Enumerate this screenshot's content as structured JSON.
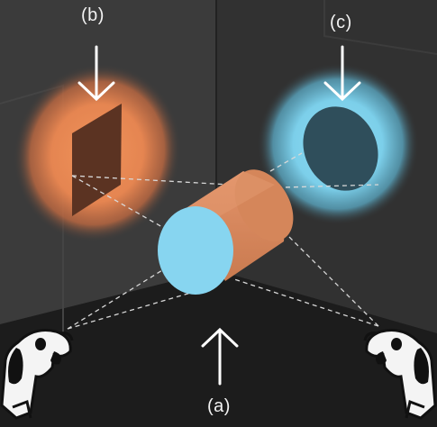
{
  "labels": {
    "b": "(b)",
    "c": "(c)",
    "a": "(a)"
  },
  "colors": {
    "background_left_wall": "#3a3a3a",
    "background_right_wall": "#2f2f2f",
    "floor": "#1a1a1a",
    "orange_glow": "#e88a55",
    "orange_shadow": "#5a3220",
    "cyan_glow": "#7cd3ee",
    "cyan_shadow": "#2d4d5a",
    "cylinder_body": "#d5865a",
    "cylinder_face": "#86d4ef",
    "arrow": "#ffffff",
    "dashed_line": "#d8d8d8"
  },
  "icons": {
    "left_viewer": "dog-head-icon",
    "right_viewer": "dog-head-icon"
  }
}
